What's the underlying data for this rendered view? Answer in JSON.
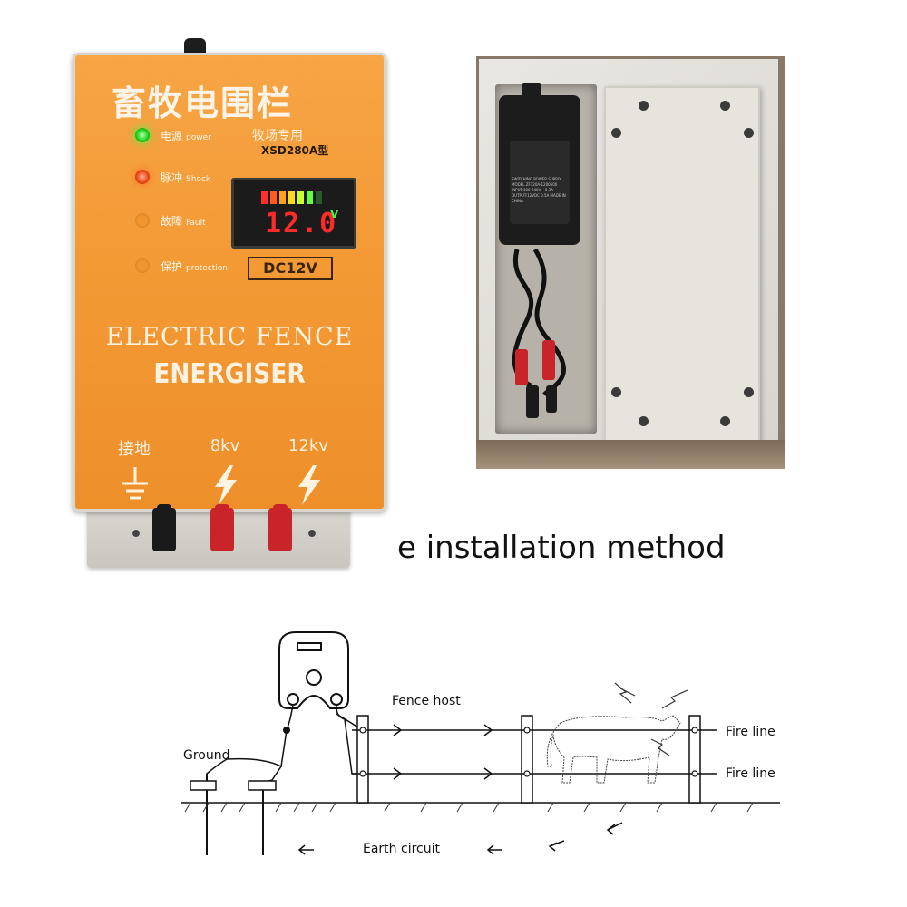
{
  "energiser": {
    "title_cn": "畜牧电围栏",
    "subtitle_cn": "牧场专用",
    "model": "XSD280A型",
    "indicators": [
      {
        "cn": "电源",
        "en": "power"
      },
      {
        "cn": "脉冲",
        "en": "Shock"
      },
      {
        "cn": "故障",
        "en": "Fault"
      },
      {
        "cn": "保护",
        "en": "protection"
      }
    ],
    "display_value": "12.0",
    "display_unit": "V",
    "voltage_label": "DC12V",
    "title_line1": "ELECTRIC FENCE",
    "title_line2": "ENERGISER",
    "terminals": [
      "接地",
      "8kv",
      "12kv"
    ]
  },
  "adapter_text": "SWITCHING POWER SUPPLY MODEL ZF120A-1200500 INPUT:100-240V~ 0.3A OUTPUT:12VDC 0.5A MADE IN CHINA",
  "caption": "e installation method",
  "diagram": {
    "labels": {
      "fence_host": "Fence host",
      "fire_line_1": "Fire line",
      "fire_line_2": "Fire line",
      "ground": "Ground",
      "earth_circuit": "Earth circuit"
    }
  },
  "colors": {
    "panel_orange": "#f39a35",
    "power_led": "#1fd21a",
    "shock_led": "#e84a16",
    "display_red": "#ff2b2b",
    "terminal_red": "#c8242a"
  }
}
